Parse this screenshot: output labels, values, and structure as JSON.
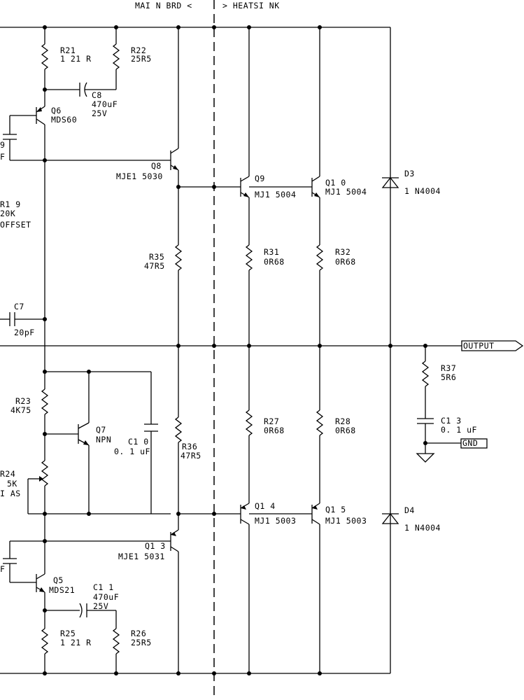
{
  "header": {
    "left": "MAI N  BRD  <",
    "right": ">  HEATSI NK"
  },
  "components": {
    "R21": {
      "ref": "R21",
      "value": "1 21 R"
    },
    "R22": {
      "ref": "R22",
      "value": "25R5"
    },
    "C8": {
      "ref": "C8",
      "value": "470uF",
      "voltage": "25V"
    },
    "Q6": {
      "ref": "Q6",
      "part": "MDS60"
    },
    "C9": {
      "ref": "9",
      "value": "F"
    },
    "Q8": {
      "ref": "Q8",
      "part": "MJE1 5030"
    },
    "Q9": {
      "ref": "Q9",
      "part": "MJ1 5004"
    },
    "Q10": {
      "ref": "Q1 0",
      "part": "MJ1 5004"
    },
    "D3": {
      "ref": "D3",
      "part": "1 N4004"
    },
    "R19": {
      "ref": "R1 9",
      "value": "20K",
      "note": "OFFSET"
    },
    "R35": {
      "ref": "R35",
      "value": "47R5"
    },
    "R31": {
      "ref": "R31",
      "value": "0R68"
    },
    "R32": {
      "ref": "R32",
      "value": "0R68"
    },
    "C7": {
      "ref": "C7",
      "value": "20pF"
    },
    "R37": {
      "ref": "R37",
      "value": "5R6"
    },
    "C13": {
      "ref": "C1 3",
      "value": "0. 1 uF"
    },
    "R23": {
      "ref": "R23",
      "value": "4K75"
    },
    "Q7": {
      "ref": "Q7",
      "part": "NPN"
    },
    "C10": {
      "ref": "C1 0",
      "value": "0. 1 uF"
    },
    "R27": {
      "ref": "R27",
      "value": "0R68"
    },
    "R28": {
      "ref": "R28",
      "value": "0R68"
    },
    "R36": {
      "ref": "R36",
      "value": "47R5"
    },
    "R24": {
      "ref": "R24",
      "value": "5K",
      "note": "I AS"
    },
    "Q14": {
      "ref": "Q1 4",
      "part": "MJ1 5003"
    },
    "Q15": {
      "ref": "Q1 5",
      "part": "MJ1 5003"
    },
    "D4": {
      "ref": "D4",
      "part": "1 N4004"
    },
    "Q13": {
      "ref": "Q1 3",
      "part": "MJE1 5031"
    },
    "C12": {
      "value": "F"
    },
    "Q5": {
      "ref": "Q5",
      "part": "MDS21"
    },
    "C11": {
      "ref": "C1 1",
      "value": "470uF",
      "voltage": "25V"
    },
    "R25": {
      "ref": "R25",
      "value": "1 21 R"
    },
    "R26": {
      "ref": "R26",
      "value": "25R5"
    }
  },
  "ports": {
    "output": "OUTPUT",
    "gnd": "GND"
  }
}
